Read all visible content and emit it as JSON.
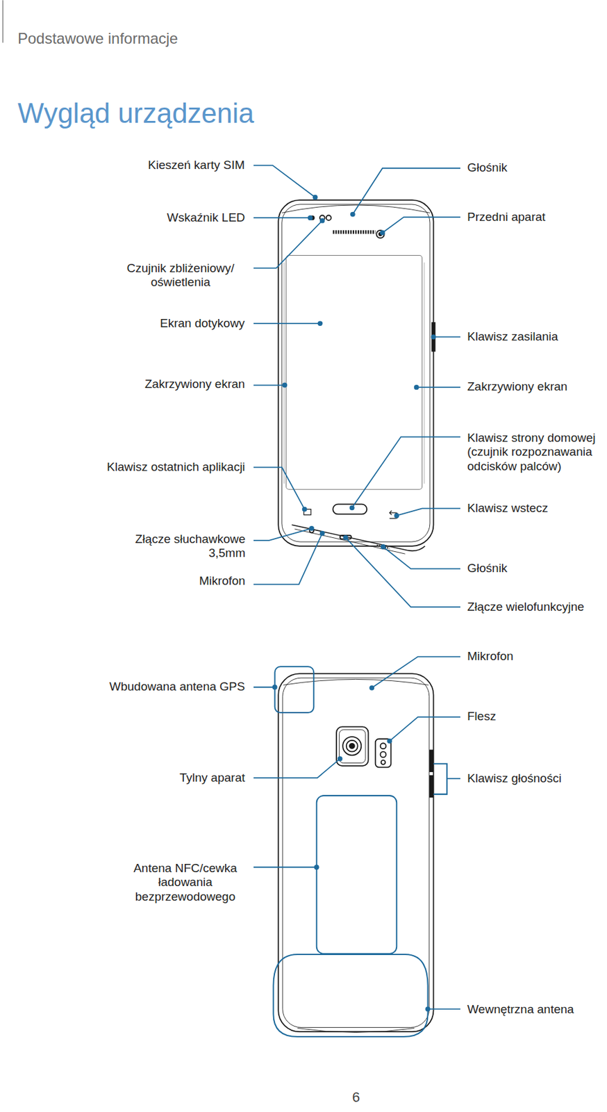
{
  "diagram": {
    "title": "Wygląd urządzenia",
    "labels": [
      "Podstawowe informacje",
      "Kieszeń karty SIM",
      "Głośnik",
      "Wskaźnik LED",
      "Przedni aparat",
      "Czujnik zbliżeniowy/ oświetlenia",
      "Ekran dotykowy",
      "Klawisz zasilania",
      "Zakrzywiony ekran",
      "Zakrzywiony ekran",
      "Klawisz strony domowej (czujnik rozpoznawania odcisków palców)",
      "Klawisz ostatnich aplikacji",
      "Klawisz wstecz",
      "Złącze słuchawkowe 3,5mm",
      "Głośnik",
      "Mikrofon",
      "Złącze wielofunkcyjne",
      "Mikrofon",
      "Wbudowana antena GPS",
      "Flesz",
      "Tylny aparat",
      "Klawisz głośności",
      "Antena NFC/cewka ładowania bezprzewodowego",
      "Wewnętrzna antena",
      "6"
    ]
  }
}
